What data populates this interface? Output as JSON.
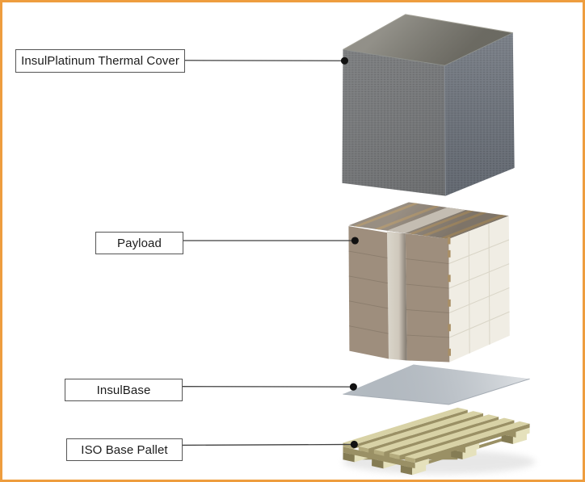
{
  "frame": {
    "border_color": "#ee9d3e",
    "background_color": "#ffffff"
  },
  "diagram": {
    "type": "exploded-assembly-diagram",
    "labels": [
      {
        "text": "InsulPlatinum Thermal Cover"
      },
      {
        "text": "Payload"
      },
      {
        "text": "InsulBase"
      },
      {
        "text": "ISO Base Pallet"
      }
    ]
  },
  "colors": {
    "leader_line": "#3f3f3f",
    "leader_dot": "#111111",
    "label_border": "#555555",
    "label_text": "#1c1c1c",
    "cover_top": "#7d7b72",
    "cover_left": "#76787a",
    "cover_right": "#6d737c",
    "payload_top": "#8c8174",
    "payload_front": "#9e8e7d",
    "payload_side": "#f0ede4",
    "payload_tape": "#a98f66",
    "insulbase": "#c1c7cd",
    "pallet_light": "#d8d2a6",
    "pallet_mid": "#b3aa7c",
    "pallet_dark": "#9a9065",
    "pallet_block": "#857c54",
    "pallet_end": "#e5e1bc"
  }
}
